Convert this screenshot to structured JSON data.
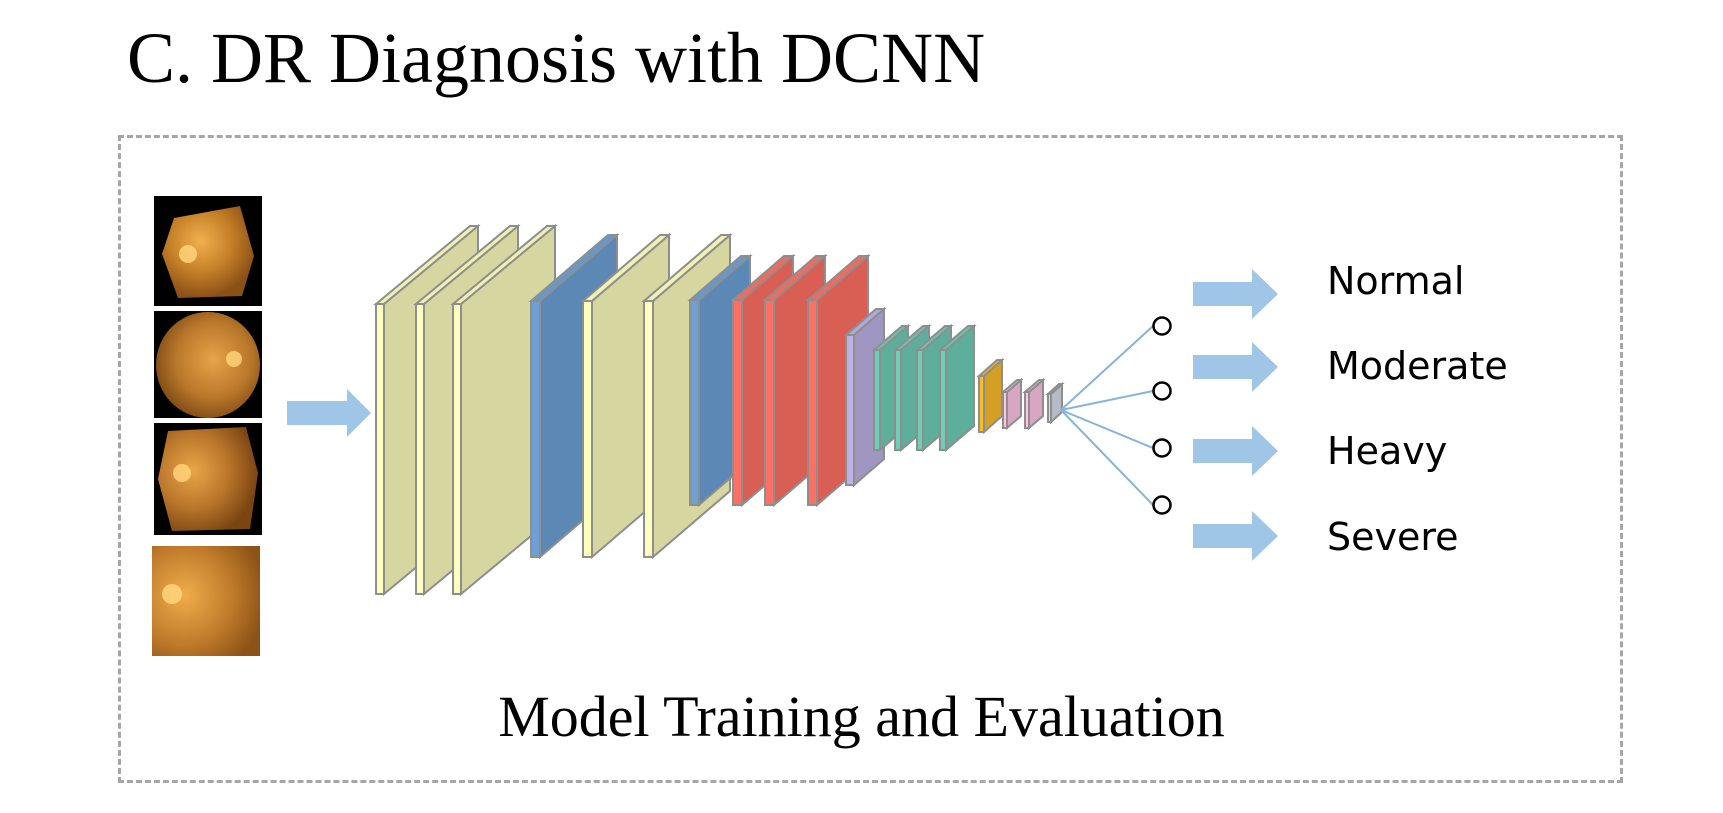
{
  "heading": "C. DR Diagnosis with DCNN",
  "caption": "Model Training and Evaluation",
  "classes": [
    "Normal",
    "Moderate",
    "Heavy",
    "Severe"
  ],
  "input_images": [
    {
      "name": "fundus-image-1",
      "tone": "#c47f27"
    },
    {
      "name": "fundus-image-2",
      "tone": "#b9772a"
    },
    {
      "name": "fundus-image-3",
      "tone": "#b9762b"
    },
    {
      "name": "fundus-image-4",
      "tone": "#bf7a2a"
    }
  ],
  "colors": {
    "frame_border": "#a6a6a6",
    "arrow": "#9fc6e6",
    "connector": "#86b3d9",
    "conv_yellow": "#d6d7a0",
    "conv_blue": "#5c88b5",
    "conv_red": "#d95f55",
    "conv_purple": "#9f97c2",
    "conv_teal": "#5daf9b",
    "conv_gold": "#d4a023",
    "conv_pink": "#d8a6c2",
    "conv_gray": "#b5bcc5"
  },
  "network_layers": [
    {
      "name": "conv-layer-1",
      "color": "conv_yellow"
    },
    {
      "name": "conv-layer-2",
      "color": "conv_yellow"
    },
    {
      "name": "conv-layer-3",
      "color": "conv_yellow"
    },
    {
      "name": "pool-layer-1",
      "color": "conv_blue"
    },
    {
      "name": "conv-layer-4",
      "color": "conv_yellow"
    },
    {
      "name": "conv-layer-5",
      "color": "conv_yellow"
    },
    {
      "name": "pool-layer-2",
      "color": "conv_blue"
    },
    {
      "name": "conv-layer-6",
      "color": "conv_red"
    },
    {
      "name": "conv-layer-7",
      "color": "conv_red"
    },
    {
      "name": "conv-layer-8",
      "color": "conv_red"
    },
    {
      "name": "pool-layer-3",
      "color": "conv_purple"
    },
    {
      "name": "conv-layer-9",
      "color": "conv_teal"
    },
    {
      "name": "conv-layer-10",
      "color": "conv_teal"
    },
    {
      "name": "conv-layer-11",
      "color": "conv_teal"
    },
    {
      "name": "conv-layer-12",
      "color": "conv_teal"
    },
    {
      "name": "pool-layer-4",
      "color": "conv_gold"
    },
    {
      "name": "fc-layer-1",
      "color": "conv_pink"
    },
    {
      "name": "fc-layer-2",
      "color": "conv_pink"
    },
    {
      "name": "fc-layer-3",
      "color": "conv_gray"
    }
  ]
}
